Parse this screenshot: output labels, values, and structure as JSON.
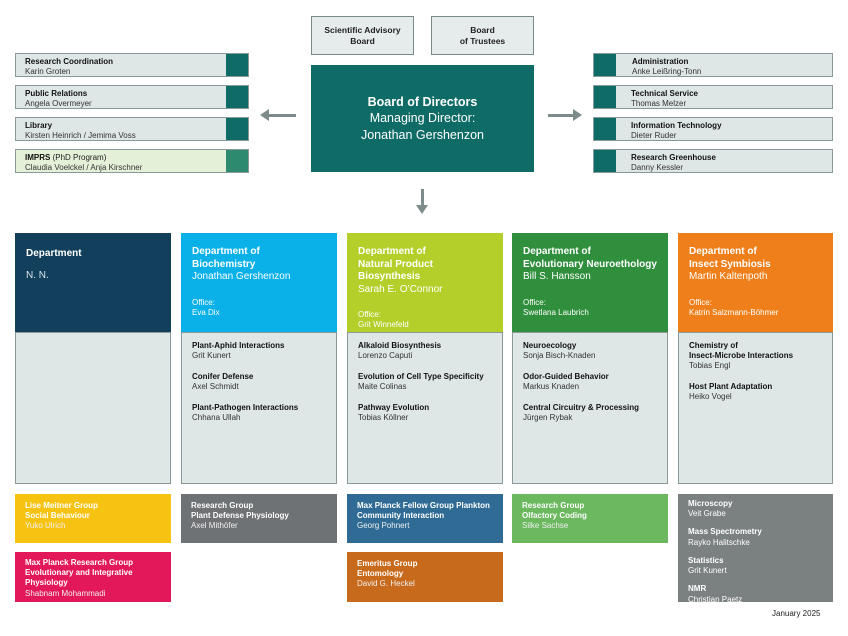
{
  "top": {
    "advisory": [
      "Scientific Advisory",
      "Board"
    ],
    "trustees": [
      "Board",
      "of Trustees"
    ]
  },
  "board": {
    "title": "Board of Directors",
    "line2": "Managing Director:",
    "line3": "Jonathan Gershenzon"
  },
  "left_staff": [
    {
      "title": "Research Coordination",
      "suffix": "",
      "name": "Karin Groten"
    },
    {
      "title": "Public Relations",
      "suffix": "",
      "name": "Angela Overmeyer"
    },
    {
      "title": "Library",
      "suffix": "",
      "name": "Kirsten Heinrich / Jemima Voss"
    },
    {
      "title": "IMPRS",
      "suffix": " (PhD Program)",
      "name": "Claudia Voelckel / Anja Kirschner"
    }
  ],
  "right_staff": [
    {
      "title": "Administration",
      "name": "Anke Leißring-Tonn"
    },
    {
      "title": "Technical Service",
      "name": "Thomas Melzer"
    },
    {
      "title": "Information Technology",
      "name": "Dieter Ruder"
    },
    {
      "title": "Research Greenhouse",
      "name": "Danny Kessler"
    }
  ],
  "departments": [
    {
      "title1": "Department",
      "title2": "",
      "director": "N. N.",
      "office_label": "",
      "office_name": "",
      "color": "#12405c",
      "groups": []
    },
    {
      "title1": "Department of",
      "title2": "Biochemistry",
      "director": "Jonathan Gershenzon",
      "office_label": "Office:",
      "office_name": "Eva Dix",
      "color": "#0ab0e8",
      "groups": [
        {
          "title": "Plant-Aphid Interactions",
          "title2": "",
          "name": "Grit Kunert"
        },
        {
          "title": "Conifer Defense",
          "title2": "",
          "name": "Axel Schmidt"
        },
        {
          "title": "Plant-Pathogen Interactions",
          "title2": "",
          "name": "Chhana Ullah"
        }
      ]
    },
    {
      "title1": "Department of",
      "title2": "Natural Product Biosynthesis",
      "director": "Sarah E. O’Connor",
      "office_label": "Office:",
      "office_name": "Grit Winnefeld",
      "color": "#b5cf2a",
      "groups": [
        {
          "title": "Alkaloid Biosynthesis",
          "title2": "",
          "name": "Lorenzo Caputi"
        },
        {
          "title": "Evolution of Cell Type Specificity",
          "title2": "",
          "name": "Maite Colinas"
        },
        {
          "title": "Pathway Evolution",
          "title2": "",
          "name": "Tobias Köllner"
        }
      ]
    },
    {
      "title1": "Department of",
      "title2": "Evolutionary Neuroethology",
      "director": "Bill S. Hansson",
      "office_label": "Office:",
      "office_name": "Swetlana Laubrich",
      "color": "#2f8f3c",
      "groups": [
        {
          "title": "Neuroecology",
          "title2": "",
          "name": "Sonja Bisch-Knaden"
        },
        {
          "title": "Odor-Guided Behavior",
          "title2": "",
          "name": "Markus Knaden"
        },
        {
          "title": "Central Circuitry & Processing",
          "title2": "",
          "name": "Jürgen Rybak"
        }
      ]
    },
    {
      "title1": "Department of",
      "title2": "Insect Symbiosis",
      "director": "Martin Kaltenpoth",
      "office_label": "Office:",
      "office_name": "Katrin Salzmann-Böhmer",
      "color": "#ef7f1a",
      "groups": [
        {
          "title": "Chemistry of",
          "title2": "Insect-Microbe Interactions",
          "name": "Tobias Engl"
        },
        {
          "title": "Host Plant Adaptation",
          "title2": "",
          "name": "Heiko Vogel"
        }
      ]
    }
  ],
  "groups": {
    "meitner": {
      "l1": "Lise Meitner Group",
      "l2": "Social Behaviour",
      "l3": "",
      "name": "Yuko Ulrich",
      "color": "#f6c312"
    },
    "mpresearch": {
      "l1": "Max Planck Research Group",
      "l2": "Evolutionary and Integrative",
      "l3": "Physiology",
      "name": "Shabnam Mohammadi",
      "color": "#e2185a"
    },
    "plantdefense": {
      "l1": "Research Group",
      "l2": "Plant Defense Physiology",
      "l3": "",
      "name": "Axel Mithöfer",
      "color": "#6e7275"
    },
    "plankton": {
      "l1": "Max Planck Fellow Group Plankton",
      "l2": "Community Interaction",
      "l3": "",
      "name": "Georg Pohnert",
      "color": "#2f6b95"
    },
    "emeritus": {
      "l1": "Emeritus Group",
      "l2": "Entomology",
      "l3": "",
      "name": "David G. Heckel",
      "color": "#c86a1c"
    },
    "olfactory": {
      "l1": "Research Group",
      "l2": "Olfactory Coding",
      "l3": "",
      "name": "Silke Sachse",
      "color": "#6bb85f"
    }
  },
  "services": [
    {
      "title": "Microscopy",
      "name": "Veit Grabe"
    },
    {
      "title": "Mass Spectrometry",
      "name": "Rayko Halitschke"
    },
    {
      "title": "Statistics",
      "name": "Grit Kunert"
    },
    {
      "title": "NMR",
      "name": "Christian Paetz"
    }
  ],
  "date": "January 2025"
}
